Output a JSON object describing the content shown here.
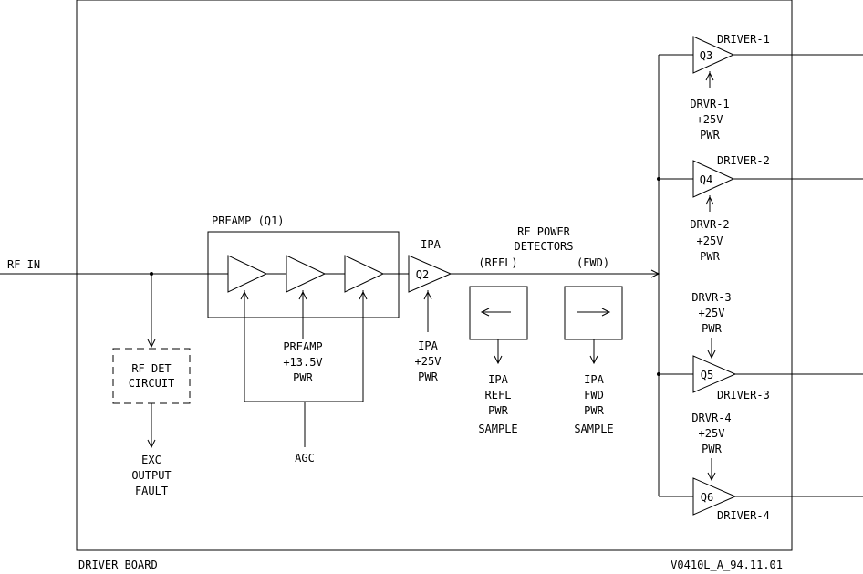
{
  "labels": {
    "rf_in": "RF IN",
    "preamp_title": "PREAMP (Q1)",
    "ipa_title": "IPA",
    "ipa_amp": "Q2",
    "rf_power_line1": "RF POWER",
    "rf_power_line2": "DETECTORS",
    "refl": "(REFL)",
    "fwd": "(FWD)",
    "rf_det_line1": "RF DET",
    "rf_det_line2": "CIRCUIT",
    "exc_line1": "EXC",
    "exc_line2": "OUTPUT",
    "exc_line3": "FAULT",
    "preamp_pwr_line1": "PREAMP",
    "preamp_pwr_line2": "+13.5V",
    "preamp_pwr_line3": "PWR",
    "agc": "AGC",
    "ipa_pwr_line1": "IPA",
    "ipa_pwr_line2": "+25V",
    "ipa_pwr_line3": "PWR",
    "refl_sample_line1": "IPA",
    "refl_sample_line2": "REFL",
    "refl_sample_line3": "PWR",
    "refl_sample_line4": "SAMPLE",
    "fwd_sample_line1": "IPA",
    "fwd_sample_line2": "FWD",
    "fwd_sample_line3": "PWR",
    "fwd_sample_line4": "SAMPLE",
    "footer_left": "DRIVER BOARD",
    "footer_right": "V0410L_A_94.11.01"
  },
  "drivers": [
    {
      "amp": "Q3",
      "name": "DRIVER-1",
      "pwr1": "DRVR-1",
      "pwr2": "+25V",
      "pwr3": "PWR"
    },
    {
      "amp": "Q4",
      "name": "DRIVER-2",
      "pwr1": "DRVR-2",
      "pwr2": "+25V",
      "pwr3": "PWR"
    },
    {
      "amp": "Q5",
      "name": "DRIVER-3",
      "pwr1": "DRVR-3",
      "pwr2": "+25V",
      "pwr3": "PWR"
    },
    {
      "amp": "Q6",
      "name": "DRIVER-4",
      "pwr1": "DRVR-4",
      "pwr2": "+25V",
      "pwr3": "PWR"
    }
  ]
}
